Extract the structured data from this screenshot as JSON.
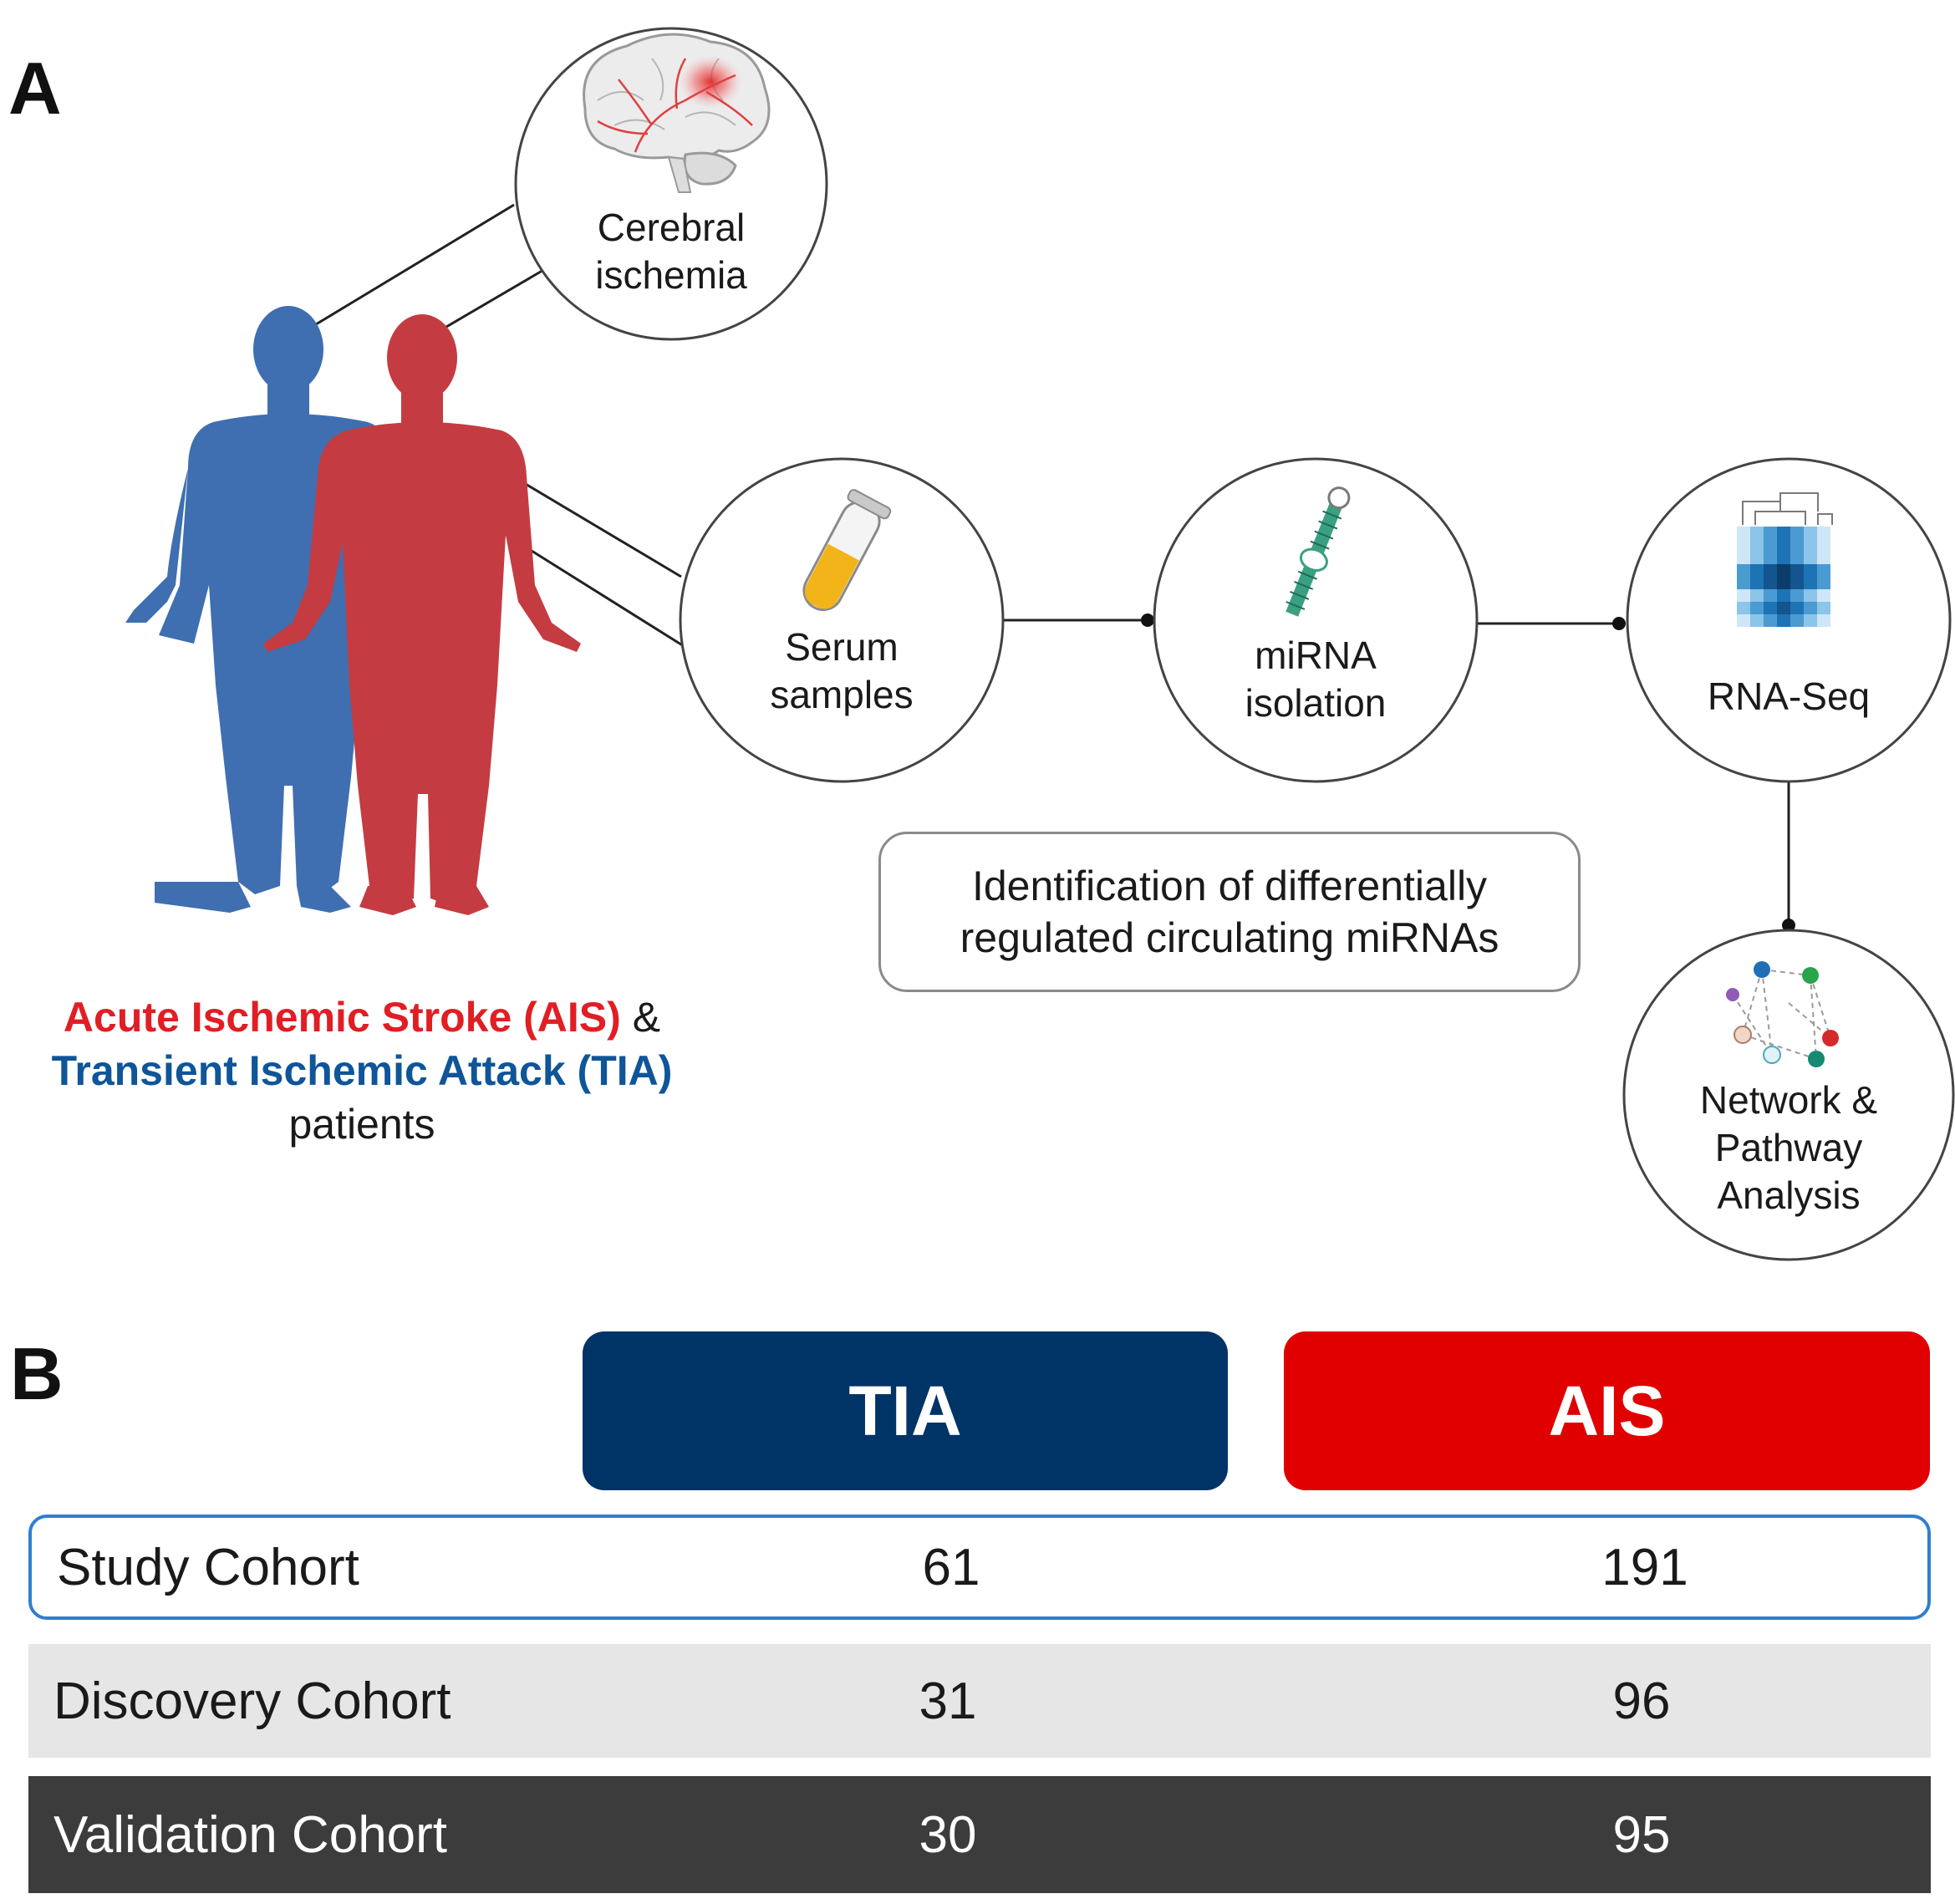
{
  "panels": {
    "a": "A",
    "b": "B"
  },
  "nodes": {
    "ischemia": [
      "Cerebral",
      "ischemia"
    ],
    "serum": [
      "Serum",
      "samples"
    ],
    "mirna": [
      "miRNA",
      "isolation"
    ],
    "rnaseq": [
      "RNA-Seq"
    ],
    "network": [
      "Network &",
      "Pathway",
      "Analysis"
    ]
  },
  "identification": [
    "Identification of differentially",
    "regulated circulating miRNAs"
  ],
  "cohort_legend": {
    "ais": "Acute Ischemic Stroke (AIS)",
    "amp": "&",
    "tia": "Transient Ischemic Attack (TIA)",
    "patients": "patients"
  },
  "colors": {
    "tia_figure": "#3f6fb0",
    "ais_figure": "#c43c42",
    "tia_header": "#003366",
    "ais_header": "#e00000",
    "ais_text": "#e01e24",
    "tia_text": "#0f5599",
    "study_border": "#2f7fd0",
    "discovery_bg": "#e6e6e6",
    "validation_bg": "#3c3c3c"
  },
  "table": {
    "headers": [
      "TIA",
      "AIS"
    ],
    "rows": [
      {
        "name": "Study Cohort",
        "tia": "61",
        "ais": "191"
      },
      {
        "name": "Discovery Cohort",
        "tia": "31",
        "ais": "96"
      },
      {
        "name": "Validation Cohort",
        "tia": "30",
        "ais": "95"
      }
    ]
  }
}
